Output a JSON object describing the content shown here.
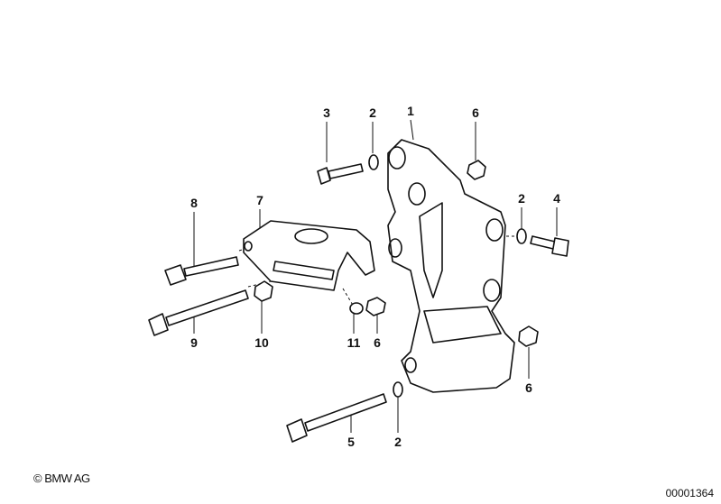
{
  "callouts": [
    "1",
    "2",
    "3",
    "6",
    "7",
    "8",
    "2",
    "4",
    "9",
    "10",
    "11",
    "6",
    "6",
    "5",
    "2"
  ],
  "copyright": "© BMW AG",
  "diagram_number": "00001364"
}
